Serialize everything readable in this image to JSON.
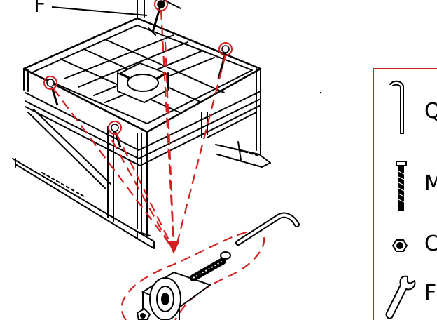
{
  "callout": {
    "label": "F"
  },
  "parts_box": {
    "border_color": "#d42020",
    "items": [
      {
        "icon": "allen-key-icon",
        "letter": "Q"
      },
      {
        "icon": "bolt-icon",
        "letter": "M"
      },
      {
        "icon": "nut-icon",
        "letter": "C"
      },
      {
        "icon": "wrench-icon",
        "letter": "F"
      }
    ]
  },
  "colors": {
    "line": "#000000",
    "highlight": "#d42020"
  }
}
